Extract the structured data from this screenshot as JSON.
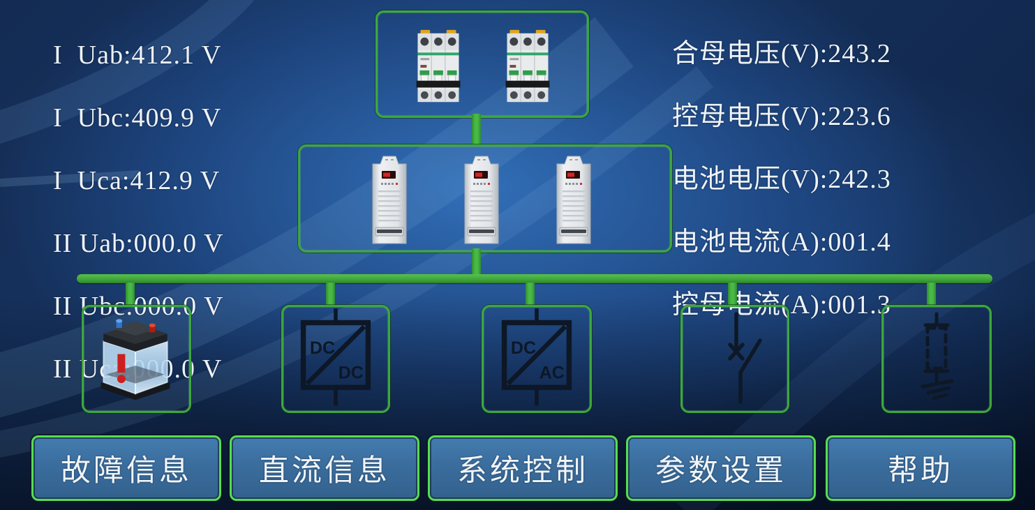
{
  "ac_voltages": {
    "lines": [
      "I  Uab:412.1 V",
      "I  Ubc:409.9 V",
      "I  Uca:412.9 V",
      "II Uab:000.0 V",
      "II Ubc:000.0 V",
      "II Uca:000.0 V"
    ]
  },
  "dc_readings": {
    "lines": [
      "合母电压(V):243.2",
      "控母电压(V):223.6",
      "电池电压(V):242.3",
      "电池电流(A):001.4",
      "控母电流(A):001.3"
    ]
  },
  "tiles": [
    {
      "name": "battery"
    },
    {
      "name": "dc-dc-converter",
      "input": "DC",
      "output": "DC"
    },
    {
      "name": "dc-ac-inverter",
      "input": "DC",
      "output": "AC"
    },
    {
      "name": "disconnect-switch"
    },
    {
      "name": "earth-connection"
    }
  ],
  "nav": {
    "buttons": [
      {
        "label": "故障信息"
      },
      {
        "label": "直流信息"
      },
      {
        "label": "系统控制"
      },
      {
        "label": "参数设置"
      },
      {
        "label": "帮助"
      }
    ]
  },
  "colors": {
    "panel_border_green": "#3da63e",
    "bus_green": "#3c9e37",
    "button_border_green": "#55dd52",
    "button_fill_blue": "#3a6d9d",
    "reading_text": "#eef3f8",
    "background_navy": "#12294f",
    "background_highlight_blue": "#3474c0"
  }
}
